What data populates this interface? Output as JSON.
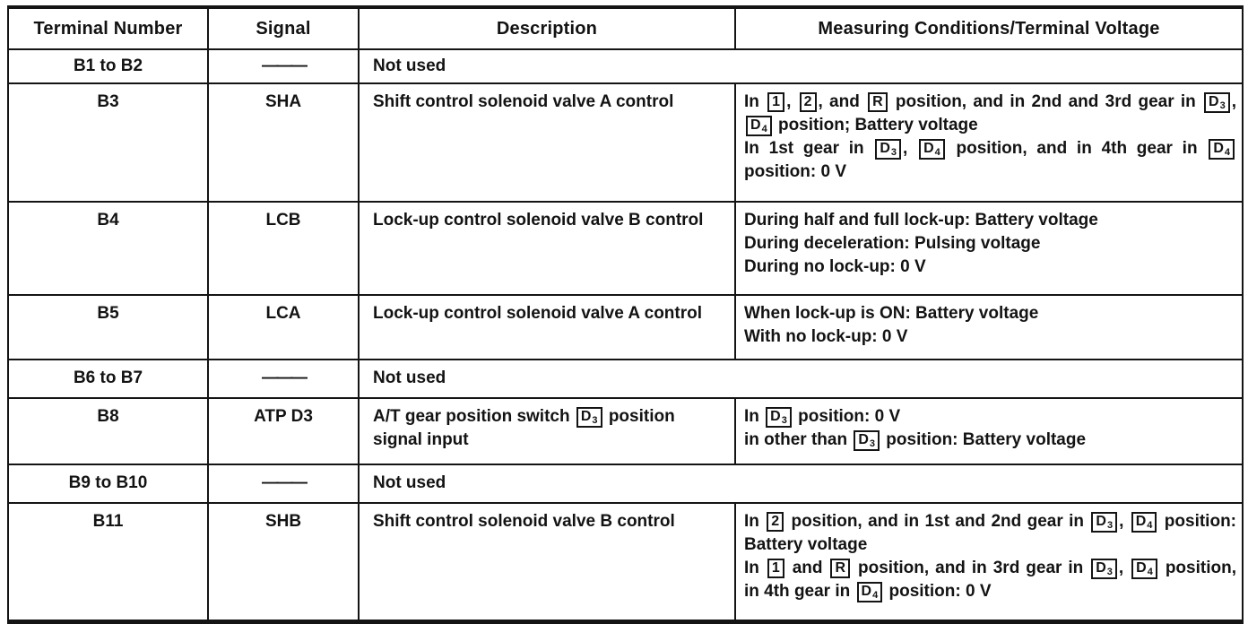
{
  "page": {
    "paper_color": "#ffffff",
    "ink_color": "#141414"
  },
  "table": {
    "columns": [
      {
        "key": "terminal",
        "label": "Terminal Number"
      },
      {
        "key": "signal",
        "label": "Signal"
      },
      {
        "key": "description",
        "label": "Description"
      },
      {
        "key": "conditions",
        "label": "Measuring Conditions/Terminal Voltage"
      }
    ],
    "dash_symbol": "———",
    "rows": [
      {
        "terminal": "B1 to B2",
        "signal": "———",
        "not_used": true,
        "description": "Not used"
      },
      {
        "terminal": "B3",
        "signal": "SHA",
        "description": "Shift control solenoid valve A control",
        "conditions": [
          "In [1], [2], and [R] position, and in 2nd and 3rd gear in [D3], [D4] position; Battery voltage",
          "In 1st gear in [D3], [D4] position, and in 4th gear in [D4] position: 0 V"
        ]
      },
      {
        "terminal": "B4",
        "signal": "LCB",
        "description": "Lock-up control solenoid valve B control",
        "conditions": [
          "During half and full lock-up: Battery voltage",
          "During deceleration: Pulsing voltage",
          "During no lock-up: 0 V"
        ]
      },
      {
        "terminal": "B5",
        "signal": "LCA",
        "description": "Lock-up control solenoid valve A control",
        "conditions": [
          "When lock-up is ON: Battery voltage",
          "With no lock-up: 0 V"
        ]
      },
      {
        "terminal": "B6 to B7",
        "signal": "———",
        "not_used": true,
        "description": "Not used"
      },
      {
        "terminal": "B8",
        "signal": "ATP D3",
        "description": "A/T gear position switch [D3] position signal input",
        "conditions": [
          "In [D3] position: 0 V",
          "in other than [D3] position: Battery voltage"
        ]
      },
      {
        "terminal": "B9 to B10",
        "signal": "———",
        "not_used": true,
        "description": "Not used"
      },
      {
        "terminal": "B11",
        "signal": "SHB",
        "description": "Shift control solenoid valve B control",
        "conditions": [
          "In [2] position, and in 1st and 2nd gear in [D3], [D4] position: Battery voltage",
          "In [1] and [R] position, and in 3rd gear in [D3], [D4] position, in 4th gear in [D4] position: 0 V"
        ]
      }
    ]
  }
}
